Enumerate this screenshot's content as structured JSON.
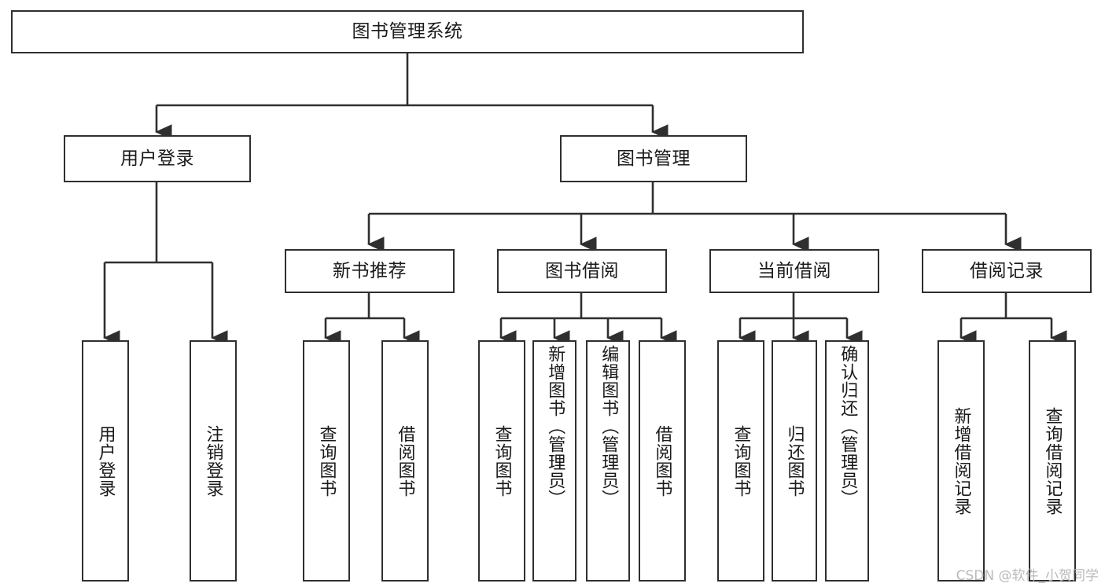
{
  "diagram": {
    "title": "图书管理系统",
    "type": "tree",
    "watermark": "CSDN @软件_小贺同学",
    "colors": {
      "stroke": "#2f2f2f",
      "text": "#1a1a1a",
      "background": "#ffffff",
      "watermark": "#b9b9b9"
    },
    "root": {
      "label": "图书管理系统"
    },
    "level2": [
      {
        "label": "用户登录"
      },
      {
        "label": "图书管理"
      }
    ],
    "level3": [
      {
        "label": "新书推荐"
      },
      {
        "label": "图书借阅"
      },
      {
        "label": "当前借阅"
      },
      {
        "label": "借阅记录"
      }
    ],
    "leaves": {
      "user_login": [
        {
          "label": "用户登录"
        },
        {
          "label": "注销登录"
        }
      ],
      "new_book_recommend": [
        {
          "label": "查询图书"
        },
        {
          "label": "借阅图书"
        }
      ],
      "book_borrow": [
        {
          "label": "查询图书"
        },
        {
          "label": "新增图书（管理员）"
        },
        {
          "label": "编辑图书（管理员）"
        },
        {
          "label": "借阅图书"
        }
      ],
      "current_borrow": [
        {
          "label": "查询图书"
        },
        {
          "label": "归还图书"
        },
        {
          "label": "确认归还（管理员）"
        }
      ],
      "borrow_record": [
        {
          "label": "新增借阅记录"
        },
        {
          "label": "查询借阅记录"
        }
      ]
    }
  }
}
